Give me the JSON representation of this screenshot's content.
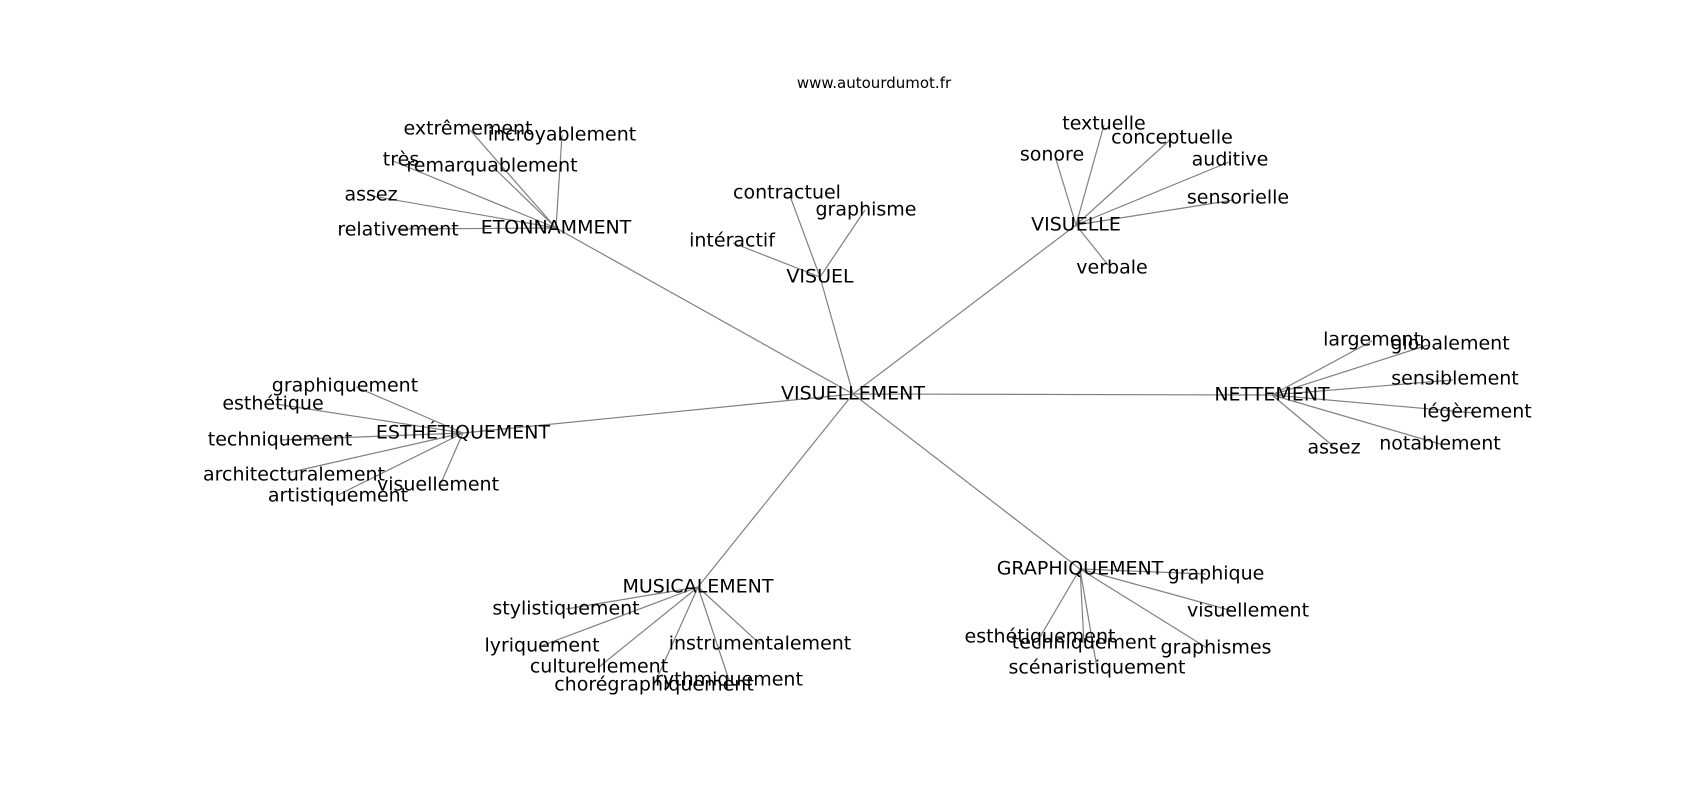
{
  "site": "www.autourdumot.fr",
  "center": "VISUELLEMENT",
  "hubs": [
    {
      "label": "ETONNAMMENT",
      "leaves": [
        "extrêmement",
        "incroyablement",
        "très",
        "remarquablement",
        "assez",
        "relativement"
      ]
    },
    {
      "label": "VISUEL",
      "leaves": [
        "contractuel",
        "graphisme",
        "intéractif"
      ]
    },
    {
      "label": "VISUELLE",
      "leaves": [
        "textuelle",
        "sonore",
        "conceptuelle",
        "auditive",
        "sensorielle",
        "verbale"
      ]
    },
    {
      "label": "NETTEMENT",
      "leaves": [
        "largement",
        "globalement",
        "sensiblement",
        "légèrement",
        "assez",
        "notablement"
      ]
    },
    {
      "label": "ESTHÉTIQUEMENT",
      "leaves": [
        "graphiquement",
        "esthétique",
        "techniquement",
        "architecturalement",
        "visuellement",
        "artistiquement"
      ]
    },
    {
      "label": "MUSICALEMENT",
      "leaves": [
        "stylistiquement",
        "lyriquement",
        "culturellement",
        "chorégraphiquement",
        "instrumentalement",
        "rythmiquement"
      ]
    },
    {
      "label": "GRAPHIQUEMENT",
      "leaves": [
        "graphique",
        "visuellement",
        "esthétiquement",
        "techniquement",
        "graphismes",
        "scénaristiquement"
      ]
    }
  ]
}
